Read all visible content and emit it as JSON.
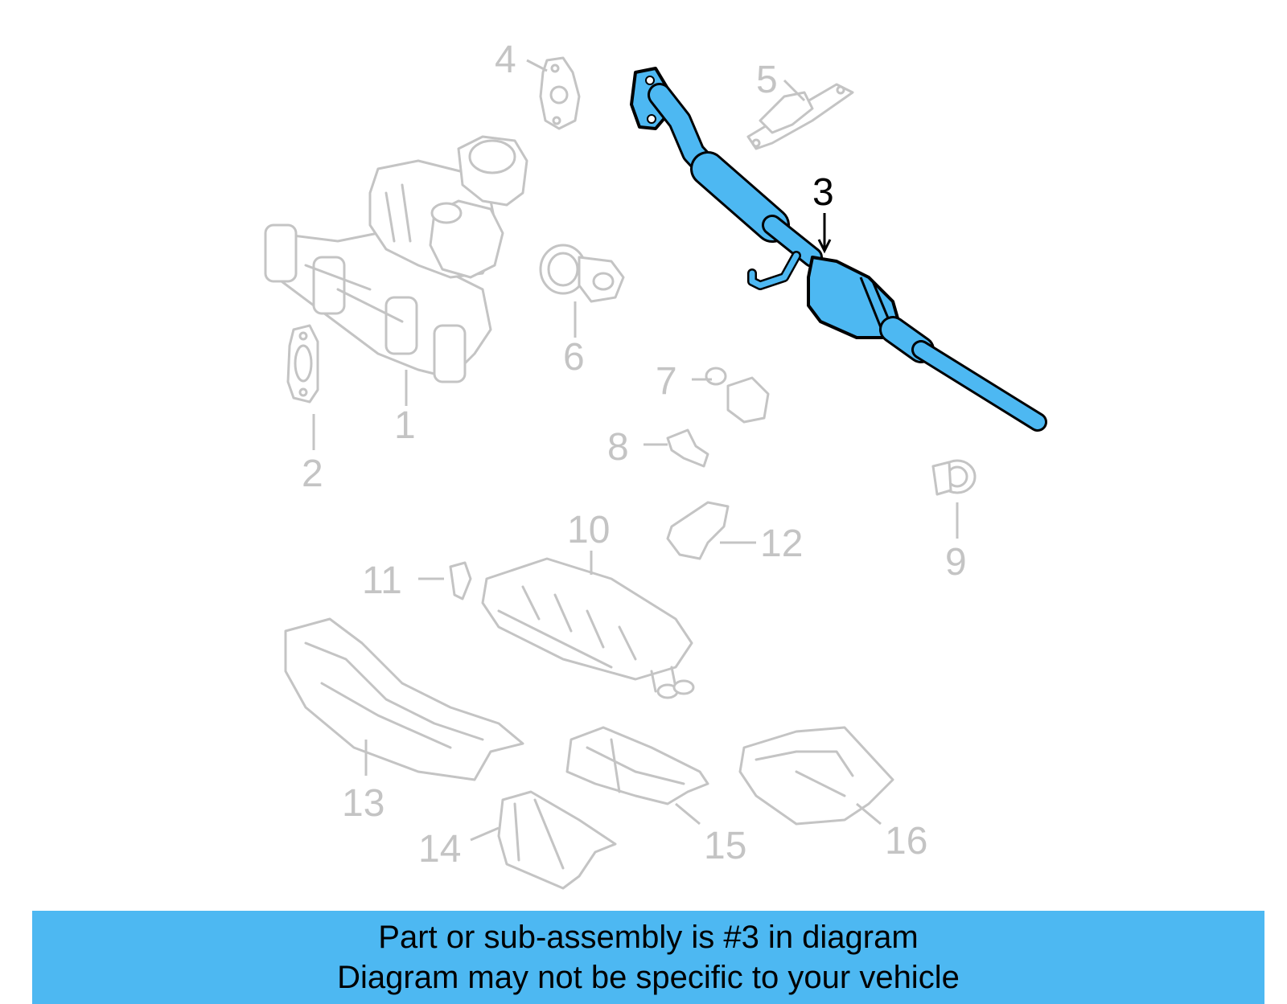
{
  "diagram": {
    "highlight_color": "#4db8f2",
    "ghost_color": "#c4c4c4",
    "callouts": [
      {
        "id": "1",
        "label": "1"
      },
      {
        "id": "2",
        "label": "2"
      },
      {
        "id": "3",
        "label": "3"
      },
      {
        "id": "4",
        "label": "4"
      },
      {
        "id": "5",
        "label": "5"
      },
      {
        "id": "6",
        "label": "6"
      },
      {
        "id": "7",
        "label": "7"
      },
      {
        "id": "8",
        "label": "8"
      },
      {
        "id": "9",
        "label": "9"
      },
      {
        "id": "10",
        "label": "10"
      },
      {
        "id": "11",
        "label": "11"
      },
      {
        "id": "12",
        "label": "12"
      },
      {
        "id": "13",
        "label": "13"
      },
      {
        "id": "14",
        "label": "14"
      },
      {
        "id": "15",
        "label": "15"
      },
      {
        "id": "16",
        "label": "16"
      }
    ],
    "highlighted_part": "3"
  },
  "banner": {
    "line1": "Part or sub-assembly is #3 in diagram",
    "line2": "Diagram may not be specific to your vehicle",
    "color": "#4db8f2"
  }
}
